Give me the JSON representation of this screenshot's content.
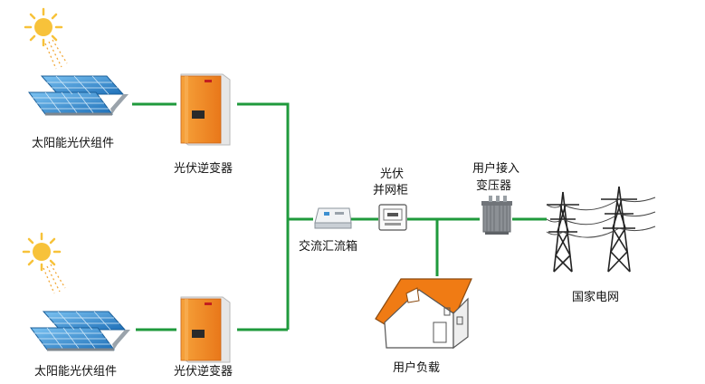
{
  "diagram": {
    "nodes": {
      "solar_module_top": "太阳能光伏组件",
      "inverter_top": "光伏逆变器",
      "solar_module_bottom": "太阳能光伏组件",
      "inverter_bottom": "光伏逆变器",
      "combiner_box": "交流汇流箱",
      "grid_cabinet_line1": "光伏",
      "grid_cabinet_line2": "并网柜",
      "transformer_line1": "用户接入",
      "transformer_line2": "变压器",
      "state_grid": "国家电网",
      "user_load": "用户负载"
    },
    "colors": {
      "wire": "#1f9a3c",
      "inverter": "#f08a1c",
      "panel": "#2f8fd6",
      "sun": "#f7c23a",
      "roof": "#f07b14"
    },
    "icons": [
      "sun-icon",
      "solar-panel-icon",
      "inverter-icon",
      "combiner-box-icon",
      "grid-cabinet-icon",
      "transformer-icon",
      "power-tower-icon",
      "house-icon"
    ]
  }
}
